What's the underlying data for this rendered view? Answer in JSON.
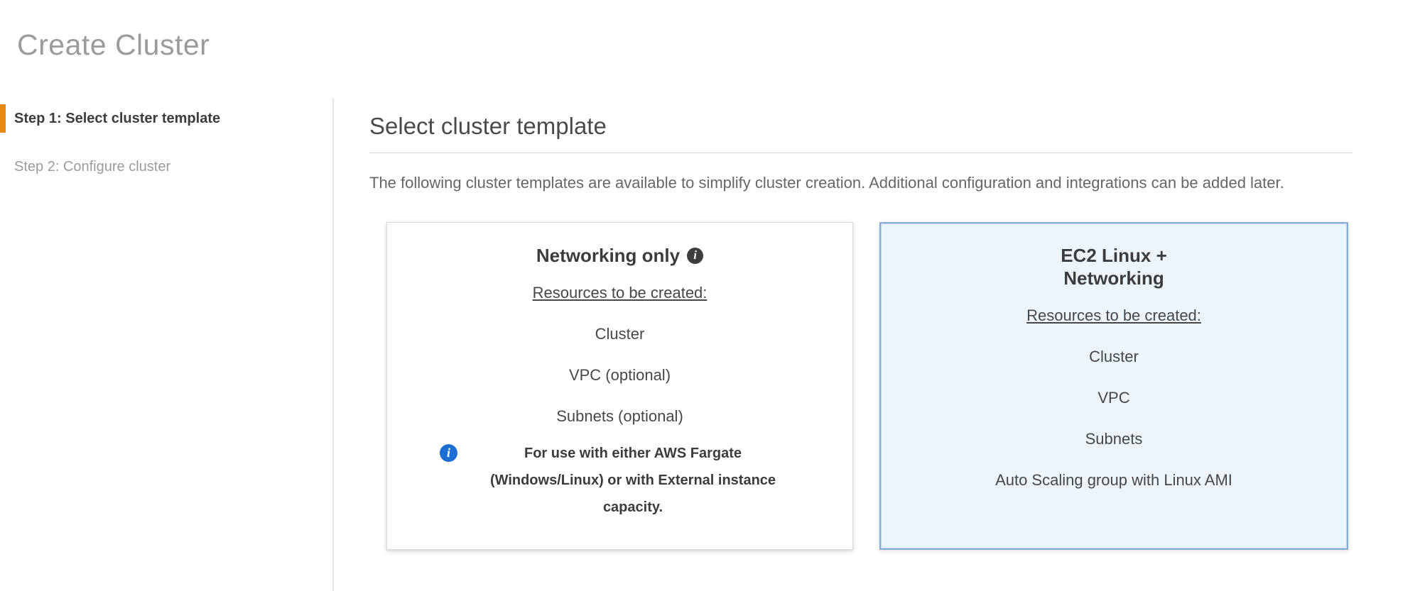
{
  "page": {
    "title": "Create Cluster"
  },
  "wizard_steps": [
    {
      "label": "Step 1: Select cluster template",
      "active": true
    },
    {
      "label": "Step 2: Configure cluster",
      "active": false
    }
  ],
  "main": {
    "heading": "Select cluster template",
    "description": "The following cluster templates are available to simplify cluster creation. Additional configuration and integrations can be added later.",
    "cards": [
      {
        "title": "Networking only",
        "info_icon": "info-icon",
        "resources_label": "Resources to be created:",
        "resources": [
          "Cluster",
          "VPC (optional)",
          "Subnets (optional)"
        ],
        "note": "For use with either AWS Fargate (Windows/Linux) or with External instance capacity.",
        "selected": false
      },
      {
        "title_line1": "EC2 Linux +",
        "title_line2": "Networking",
        "resources_label": "Resources to be created:",
        "resources": [
          "Cluster",
          "VPC",
          "Subnets",
          "Auto Scaling group with Linux AMI"
        ],
        "selected": true
      }
    ]
  },
  "colors": {
    "accent_orange": "#e8870f",
    "selected_card_border": "#83acd9",
    "selected_card_bg": "#edf5fc",
    "note_icon_blue": "#1c6fd0",
    "title_gray": "#9b9b9b"
  }
}
